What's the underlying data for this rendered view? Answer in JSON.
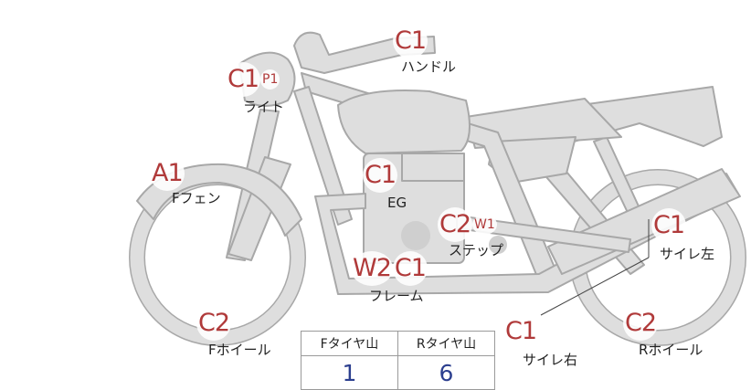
{
  "callouts": {
    "handle": {
      "grades": [
        "C1"
      ],
      "label": "ハンドル"
    },
    "light": {
      "grades": [
        "C1"
      ],
      "sub": "P1",
      "label": "ライト"
    },
    "f_fender": {
      "grades": [
        "A1"
      ],
      "label": "Fフェン"
    },
    "engine": {
      "grades": [
        "C1"
      ],
      "label": "EG"
    },
    "step": {
      "grades": [
        "C2"
      ],
      "sub": "W1",
      "label": "ステップ"
    },
    "frame": {
      "grades": [
        "W2",
        "C1"
      ],
      "label": "フレーム"
    },
    "side_cover_left": {
      "grades": [
        "C1"
      ],
      "label": "サイレ左"
    },
    "side_cover_right": {
      "grades": [
        "C1"
      ],
      "label": "サイレ右"
    },
    "f_wheel": {
      "grades": [
        "C2"
      ],
      "label": "Fホイール"
    },
    "r_wheel": {
      "grades": [
        "C2"
      ],
      "label": "Rホイール"
    }
  },
  "tread_table": {
    "headers": [
      "Fタイヤ山",
      "Rタイヤ山"
    ],
    "values": [
      "1",
      "6"
    ]
  },
  "colors": {
    "bike_fill": "#dedede",
    "bike_stroke": "#a8a8a8",
    "grade_red": "#b03a3a",
    "value_blue": "#2c3f8f"
  }
}
